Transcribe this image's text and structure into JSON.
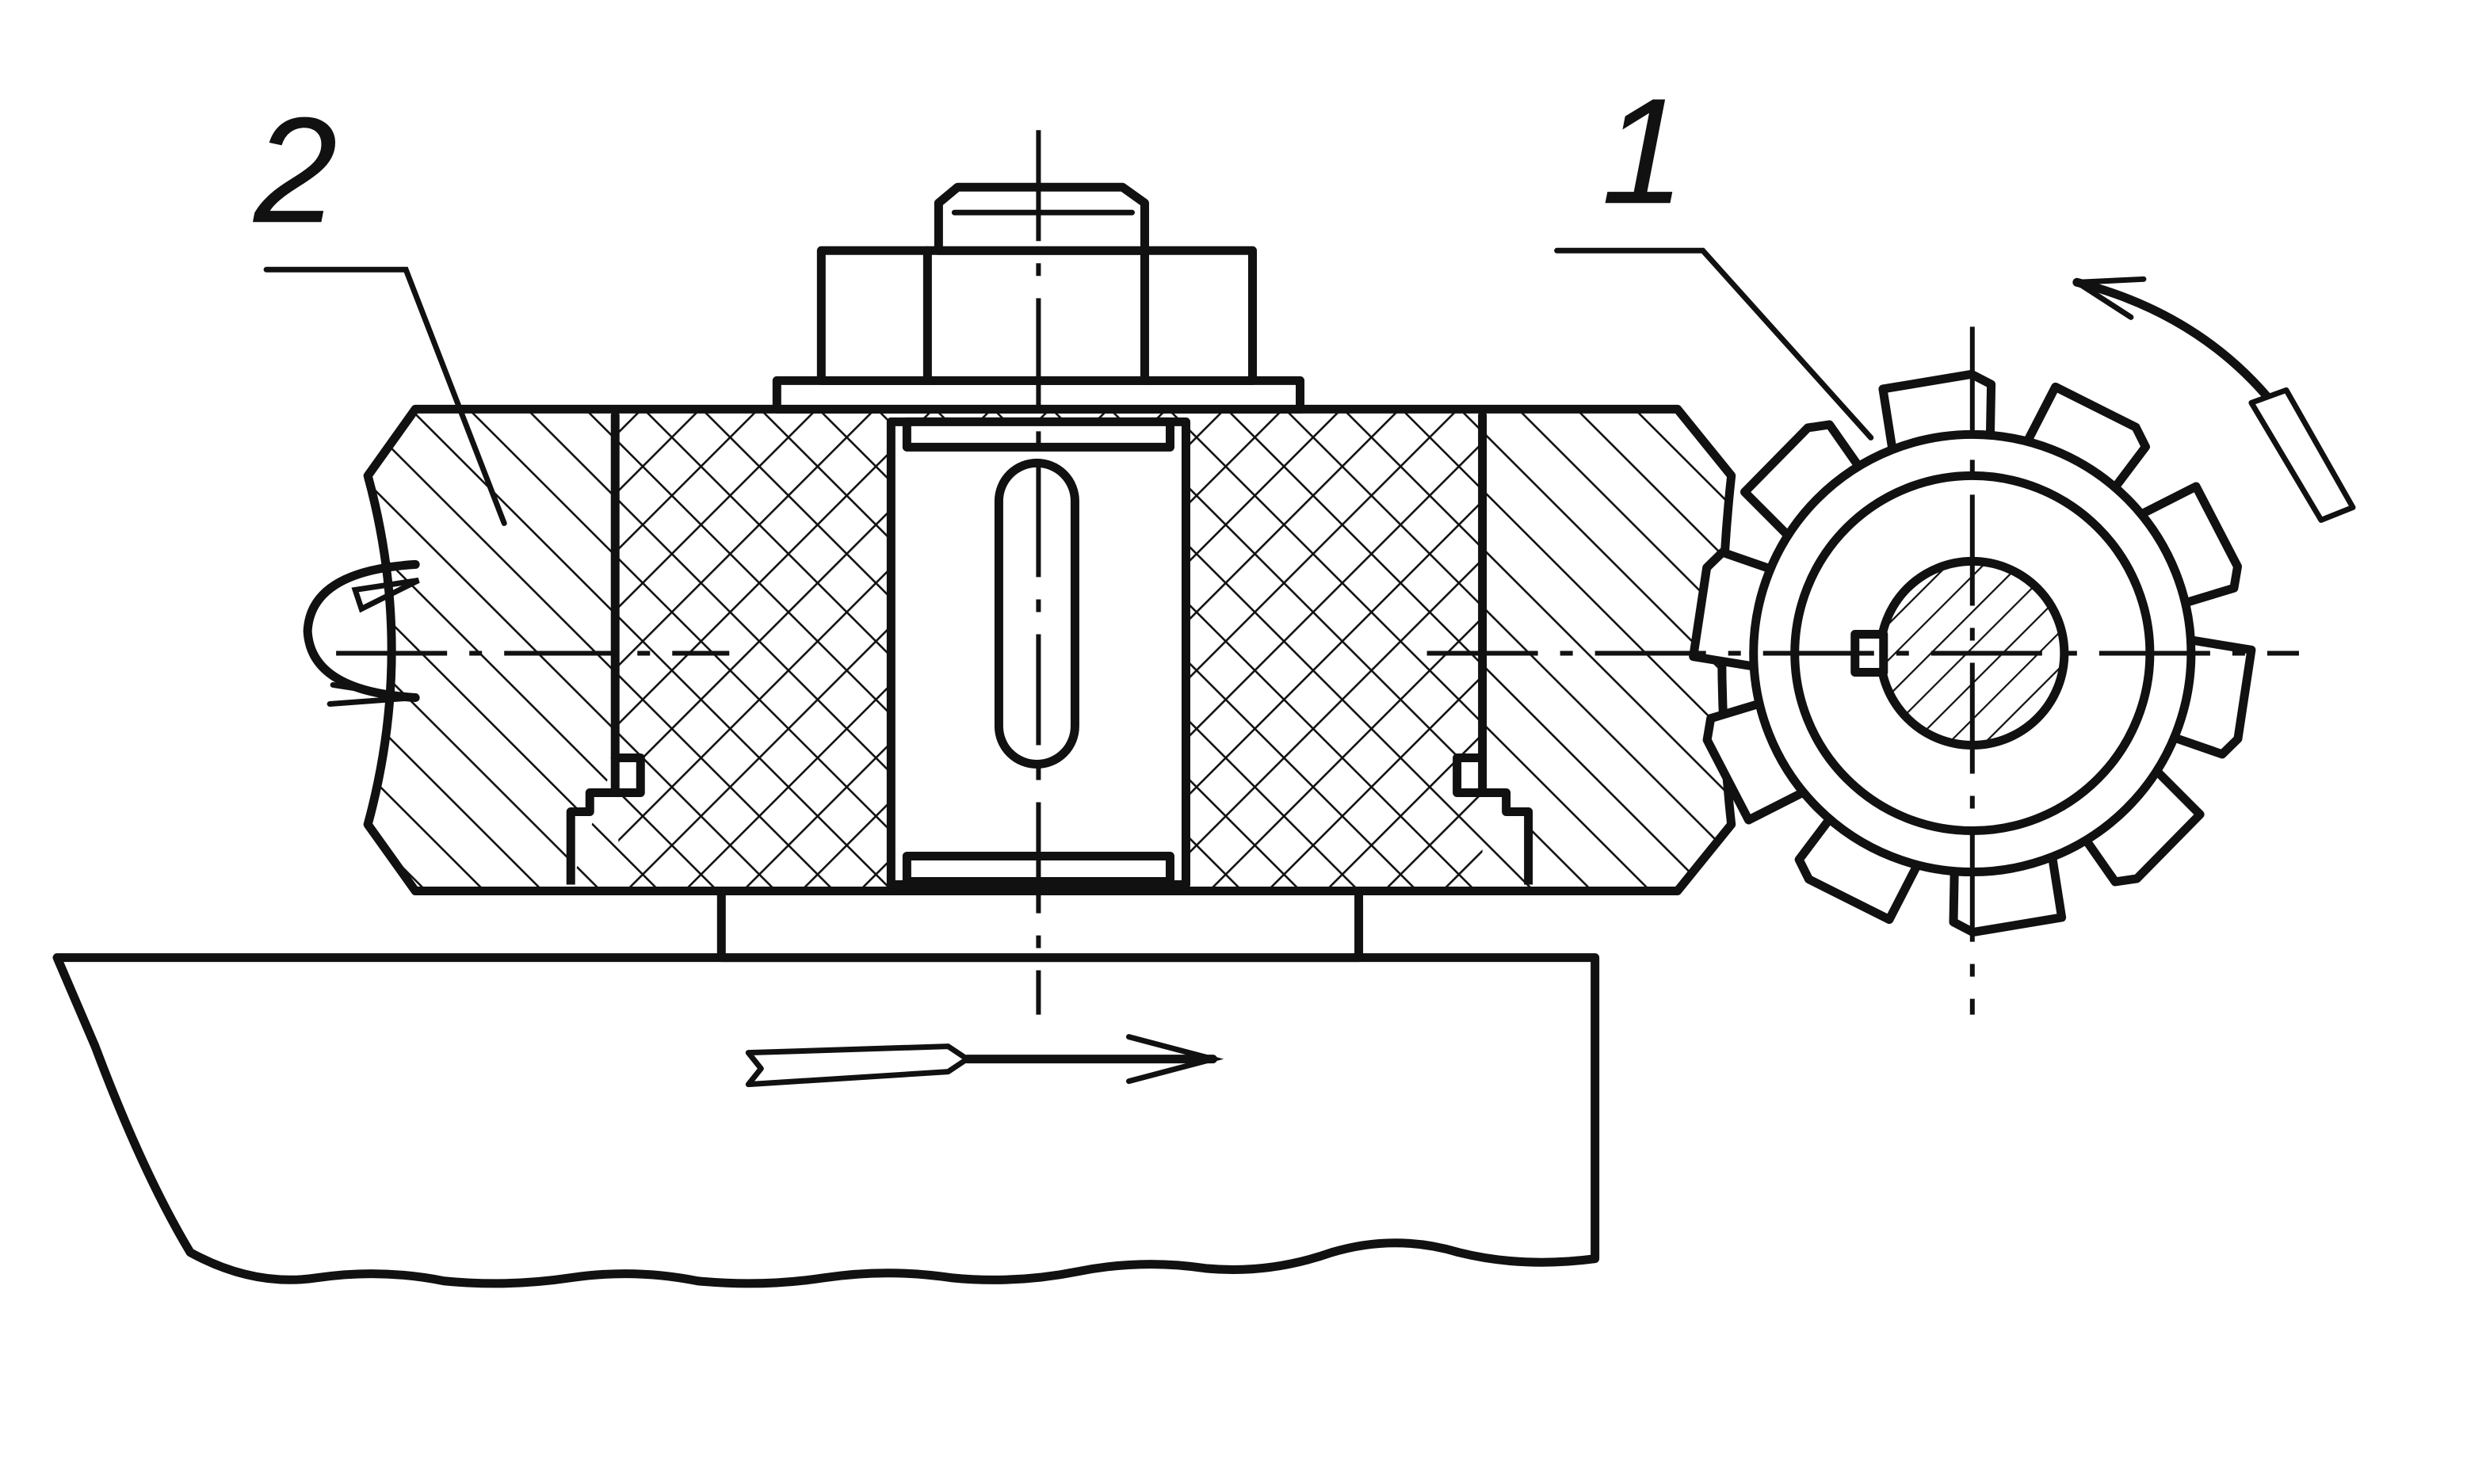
{
  "diagram": {
    "callouts": [
      {
        "id": "1",
        "label": "1",
        "refers_to": "milling-cutter"
      },
      {
        "id": "2",
        "label": "2",
        "refers_to": "workpiece"
      }
    ],
    "cutter": {
      "tooth_count": 10
    },
    "colors": {
      "ink": "#111111",
      "background": "#ffffff"
    },
    "icons": [
      "cutter-rotation-arrow-icon",
      "workpiece-rotation-arrow-icon",
      "table-feed-arrow-icon"
    ]
  }
}
